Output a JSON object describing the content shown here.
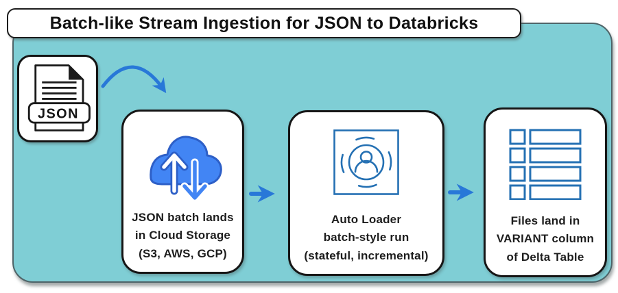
{
  "title": "Batch-like Stream Ingestion for JSON to Databricks",
  "source_file": {
    "label": "JSON"
  },
  "flow": {
    "steps": [
      {
        "id": "cloud-storage",
        "icon": "cloud-upload-download-icon",
        "lines": [
          "JSON batch lands",
          "in Cloud Storage",
          "(S3, AWS, GCP)"
        ]
      },
      {
        "id": "auto-loader",
        "icon": "auto-loader-scan-icon",
        "lines": [
          "Auto Loader",
          "batch-style run",
          "(stateful, incremental)"
        ]
      },
      {
        "id": "delta-table",
        "icon": "variant-rows-icon",
        "lines": [
          "Files land in",
          "VARIANT column",
          "of Delta Table"
        ]
      }
    ]
  },
  "colors": {
    "panel-teal": "#7fced5",
    "panel-border": "#4e6468",
    "cloud-blue": "#4285f4",
    "cloud-outline": "#2d5fc7",
    "icon-blue": "#2470b3",
    "arrow-blue": "#2878d8",
    "ink": "#1a1a1a"
  }
}
